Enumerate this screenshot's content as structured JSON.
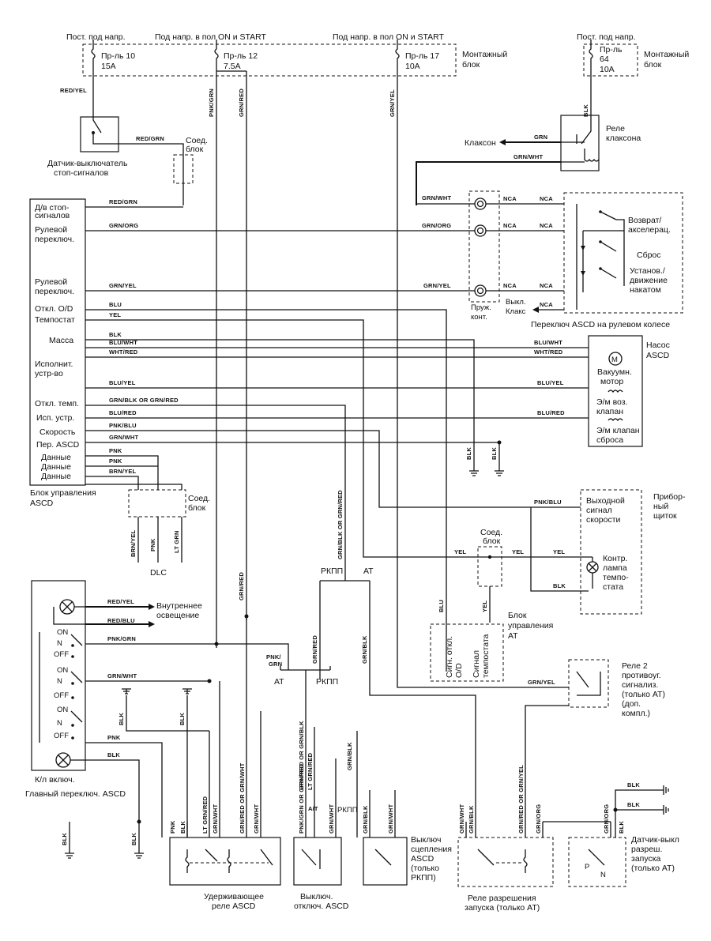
{
  "top": {
    "const_voltage_left": "Пост. под напр.",
    "on_start_1": "Под напр. в пол ON и START",
    "on_start_2": "Под напр. в пол ON и START",
    "const_voltage_right": "Пост. под напр.",
    "fuse10": "Пр-ль 10",
    "fuse10_a": "15A",
    "fuse12": "Пр-ль 12",
    "fuse12_a": "7.5A",
    "fuse17": "Пр-ль 17",
    "fuse17_a": "10A",
    "fuse64": "Пр-ль",
    "fuse64_n": "64",
    "fuse64_a": "10A",
    "mount_block_1": "Монтажный",
    "mount_block_1b": "блок",
    "mount_block_2": "Монтажный",
    "mount_block_2b": "блок"
  },
  "components": {
    "brake_switch_1": "Датчик-выключатель",
    "brake_switch_2": "стоп-сигналов",
    "joint_block": "Соед.",
    "joint_block_b": "блок",
    "horn": "Клаксон",
    "horn_relay_1": "Реле",
    "horn_relay_2": "клаксона",
    "return_accel_1": "Возврат/",
    "return_accel_2": "акселерац.",
    "reset": "Сброс",
    "set_coast_1": "Установ./",
    "set_coast_2": "движение",
    "set_coast_3": "накатом",
    "spiral_1": "Пруж.",
    "spiral_2": "конт.",
    "horn_off_1": "Выкл.",
    "horn_off_2": "Клакс",
    "asc_steering": "Переключ ASCD на рулевом колесе",
    "pump_1": "Насос",
    "pump_2": "ASCD",
    "vac_motor_1": "Вакуумн.",
    "vac_motor_2": "мотор",
    "air_valve_1": "Э/м воз.",
    "air_valve_2": "клапан",
    "release_valve_1": "Э/м клапан",
    "release_valve_2": "сброса",
    "cluster_1": "Прибор-",
    "cluster_2": "ный",
    "cluster_3": "щиток",
    "speed_out_1": "Выходной",
    "speed_out_2": "сигнал",
    "speed_out_3": "скорости",
    "temp_lamp_1": "Контр.",
    "temp_lamp_2": "лампа",
    "temp_lamp_3": "темпо-",
    "temp_lamp_4": "стата",
    "joint_block2": "Соед.",
    "joint_block2_b": "блок",
    "at_unit_1": "Блок",
    "at_unit_2": "управления",
    "at_unit_3": "АТ",
    "od_off_sig_1": "Сигн. откл.",
    "od_off_sig_2": "O/D",
    "thermo_sig_1": "Сигнал",
    "thermo_sig_2": "темпостата",
    "theft_relay_1": "Реле 2",
    "theft_relay_2": "противоуг.",
    "theft_relay_3": "сигнализ.",
    "theft_relay_4": "(только АТ)",
    "theft_relay_5": "(доп.",
    "theft_relay_6": "компл.)",
    "ascd_unit_1": "Блок управления",
    "ascd_unit_2": "ASCD",
    "dlc": "DLC",
    "joint_block3": "Соед.",
    "joint_block3_b": "блок",
    "rkpp_1": "РКПП",
    "at_1": "АТ",
    "at_2": "АТ",
    "rkpp_2": "РКПП",
    "rkpp_3": "РКПП",
    "interior_1": "Внутреннее",
    "interior_2": "освещение",
    "main_switch_lamp": "К/л включ.",
    "main_switch": "Главный переключ. ASCD",
    "hold_relay_1": "Удерживающее",
    "hold_relay_2": "реле ASCD",
    "cancel_switch_1": "Выключ.",
    "cancel_switch_2": "отключ. ASCD",
    "clutch_switch_1": "Выключ",
    "clutch_switch_2": "сцепления",
    "clutch_switch_3": "ASCD",
    "clutch_switch_4": "(только",
    "clutch_switch_5": "РКПП)",
    "start_relay_1": "Реле разрешения",
    "start_relay_2": "запуска (только АТ)",
    "start_sensor_1": "Датчик-выкл",
    "start_sensor_2": "разреш.",
    "start_sensor_3": "запуска",
    "start_sensor_4": "(только АТ)",
    "sw_on": "ON",
    "sw_n": "N",
    "sw_off": "OFF",
    "sw_p": "P",
    "sw_nn": "N"
  },
  "ascd_pins": {
    "p1": "Д/в стоп-",
    "p1b": "сигналов",
    "p2": "Рулевой",
    "p2b": "переключ.",
    "p3": "Рулевой",
    "p3b": "переключ.",
    "p4": "Откл. O/D",
    "p5": "Темпостат",
    "p6": "Масса",
    "p7": "Исполнит.",
    "p7b": "устр-во",
    "p8": "Откл. темп.",
    "p9": "Исп. устр.",
    "p10": "Скорость",
    "p11": "Пер. ASCD",
    "p12": "Данные",
    "p13": "Данные",
    "p14": "Данные"
  },
  "wires": {
    "red_yel": "RED/YEL",
    "pnk_grn": "PNK/GRN",
    "grn_red": "GRN/RED",
    "grn_yel": "GRN/YEL",
    "blk": "BLK",
    "red_grn": "RED/GRN",
    "grn": "GRN",
    "grn_wht": "GRN/WHT",
    "nca": "NCA",
    "grn_org": "GRN/ORG",
    "blu": "BLU",
    "yel": "YEL",
    "blu_wht": "BLU/WHT",
    "wht_red": "WHT/RED",
    "blu_yel": "BLU/YEL",
    "grn_blk_or": "GRN/BLK OR GRN/RED",
    "blu_red": "BLU/RED",
    "pnk_blu": "PNK/BLU",
    "pnk": "PNK",
    "brn_yel": "BRN/YEL",
    "lt_grn": "LT GRN",
    "red_blu": "RED/BLU",
    "grn_blk": "GRN/BLK",
    "pnk_grn_b": "PNK/",
    "pnk_grn_c": "GRN",
    "lt_grn_red": "LT GRN/RED",
    "grnwht_or": "GRN/RED OR GRN/WHT",
    "pnkgrn_or": "PNK/GRN OR GRN/RED",
    "lt_grn_red2": "LT GRN/RED",
    "at_lbl": "A/T",
    "grn_red_or": "GRN/RED OR GRN/BLK",
    "grn_red_or_yel": "GRN/RED OR GRN/YEL"
  }
}
